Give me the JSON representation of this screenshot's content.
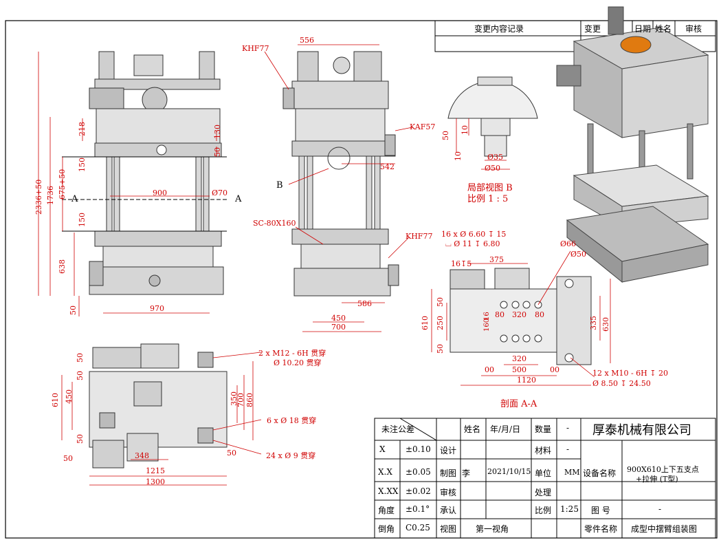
{
  "change_record": {
    "title": "变更内容记录",
    "change_person": "变更",
    "date": "日期",
    "name": "姓名",
    "review": "审核"
  },
  "views": {
    "front": {
      "dims": [
        "2336+50",
        "1736",
        "675+50",
        "638",
        "218",
        "130",
        "50",
        "150",
        "900",
        "Ø70",
        "150",
        "970",
        "50"
      ],
      "section_mark": "A"
    },
    "side": {
      "dims": [
        "556",
        "542",
        "586",
        "450",
        "700"
      ],
      "labels": [
        "KHF77",
        "KAF57",
        "SC-80X160",
        "KHF77",
        "B"
      ]
    },
    "detail_b": {
      "title": "局部视图 B",
      "scale": "比例 1 : 5",
      "dims": [
        "50",
        "10",
        "10",
        "Ø35",
        "Ø50"
      ]
    },
    "section_aa": {
      "title": "剖面 A-A",
      "dims": [
        "16 x Ø 6.60 ↧ 15",
        "⌴ Ø 11 ↧ 6.80",
        "16↧5",
        "375",
        "Ø66",
        "Ø50",
        "50",
        "250",
        "610",
        "160",
        "80",
        "320",
        "80",
        "16",
        "50",
        "335",
        "630",
        "320",
        "500",
        "1120",
        "00",
        "00"
      ],
      "notes": [
        "12 x M10 - 6H ↧ 20",
        "Ø 8.50 ↧ 24.50"
      ]
    },
    "top": {
      "dims": [
        "50",
        "50",
        "610",
        "450",
        "50",
        "50",
        "348",
        "1215",
        "1300",
        "350",
        "700",
        "860",
        "50"
      ],
      "notes": [
        "2 x M12 - 6H 贯穿",
        "Ø 10.20 贯穿",
        "6 x Ø 18 贯穿",
        "24 x Ø 9 贯穿"
      ]
    }
  },
  "title_block": {
    "tolerance_header": "未注公差",
    "rows": [
      {
        "a": "X",
        "b": "±0.10"
      },
      {
        "a": "X.X",
        "b": "±0.05"
      },
      {
        "a": "X.XX",
        "b": "±0.02"
      },
      {
        "a": "角度",
        "b": "±0.1°"
      },
      {
        "a": "倒角",
        "b": "C0.25"
      }
    ],
    "col_name": "姓名",
    "col_date": "年/月/日",
    "design": "设计",
    "drafting": "制图",
    "drafter": "李",
    "draft_date": "2021/10/15",
    "check": "审核",
    "approve": "承认",
    "view_lbl": "视图",
    "view_val": "第一视角",
    "qty_lbl": "数量",
    "qty_val": "-",
    "material_lbl": "材料",
    "material_val": "-",
    "unit_lbl": "单位",
    "unit_val": "MM",
    "treatment_lbl": "处理",
    "scale_lbl": "比例",
    "scale_val": "1:25",
    "drawing_no_lbl": "图 号",
    "drawing_no_val": "-",
    "company": "厚泰机械有限公司",
    "equip_lbl": "设备名称",
    "equip_line1": "900X610上下五支点",
    "equip_line2": "+拉伸 (T型)",
    "part_lbl": "零件名称",
    "part_val": "成型中摆臂组装图"
  }
}
